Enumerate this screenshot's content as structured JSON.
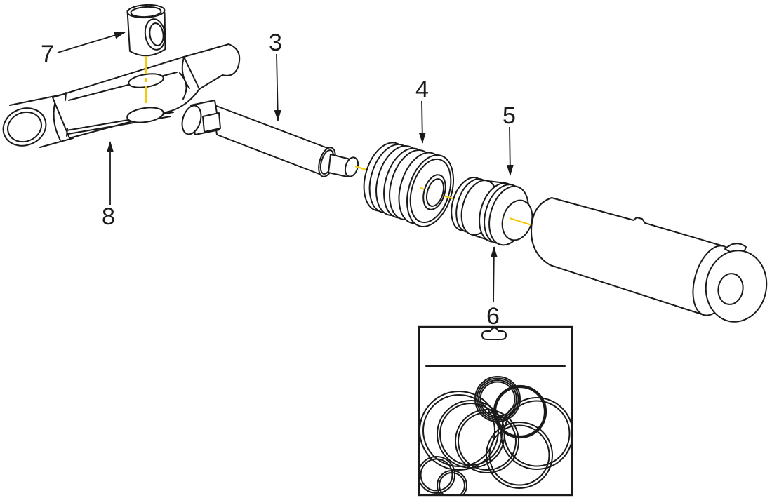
{
  "diagram": {
    "type": "exploded-parts-diagram",
    "background": "#ffffff",
    "line_color": "#1a1a1a",
    "centerline_color": "#f2cb05",
    "callouts": [
      {
        "label": "3"
      },
      {
        "label": "4"
      },
      {
        "label": "5"
      },
      {
        "label": "6"
      },
      {
        "label": "7"
      },
      {
        "label": "8"
      }
    ]
  }
}
